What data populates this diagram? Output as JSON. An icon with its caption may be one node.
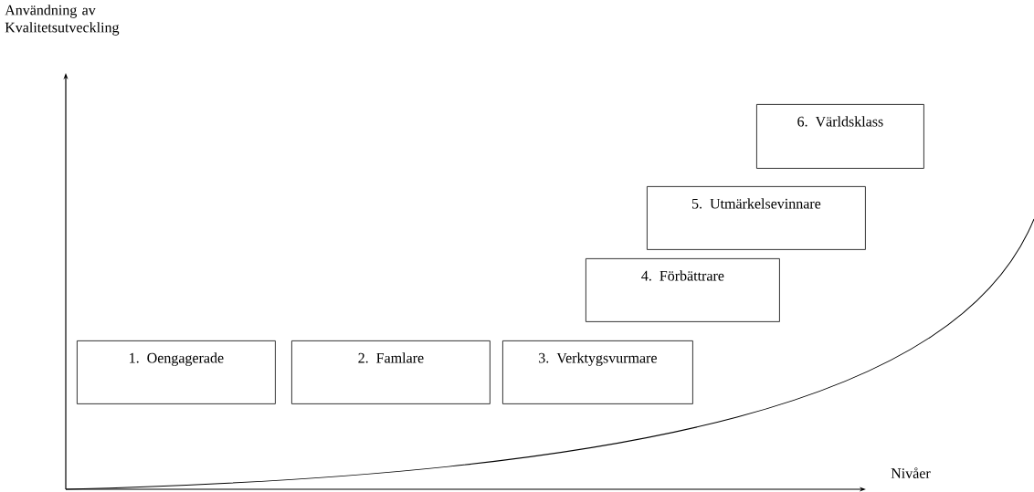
{
  "diagram": {
    "nodes": [
      {
        "text": [
          "1. Oengagerade"
        ]
      },
      {
        "text": [
          "2. Famlare"
        ]
      },
      {
        "text": [
          "3. Verktygsvurmare"
        ]
      },
      {
        "text": [
          "4. Förbättrare"
        ]
      },
      {
        "text": [
          "5. Utmärkelsevinnare"
        ]
      },
      {
        "text": [
          "6. Världsklass"
        ]
      }
    ],
    "labels": [
      "Användning av Kvalitetsutveckling",
      "Nivåer"
    ]
  }
}
